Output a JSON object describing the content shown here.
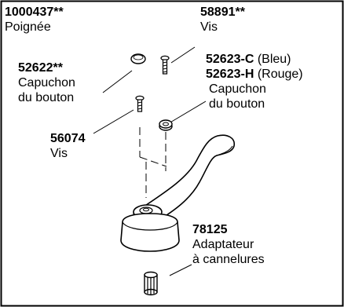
{
  "colors": {
    "ink": "#000000",
    "paper": "#ffffff"
  },
  "parts": [
    {
      "id": "handle",
      "number": "1000437**",
      "desc": "Poignée"
    },
    {
      "id": "screw-top",
      "number": "58891**",
      "desc": "Vis"
    },
    {
      "id": "button-cap-left",
      "number": "52622**",
      "desc": [
        "Capuchon",
        "du bouton"
      ]
    },
    {
      "id": "button-cap-right",
      "numbers": [
        {
          "number": "52623-C",
          "note": "(Bleu)"
        },
        {
          "number": "52623-H",
          "note": "(Rouge)"
        }
      ],
      "desc": [
        "Capuchon",
        "du bouton"
      ]
    },
    {
      "id": "screw-left",
      "number": "56074",
      "desc": "Vis"
    },
    {
      "id": "adapter",
      "number": "78125",
      "desc": [
        "Adaptateur",
        "à cannelures"
      ]
    }
  ]
}
